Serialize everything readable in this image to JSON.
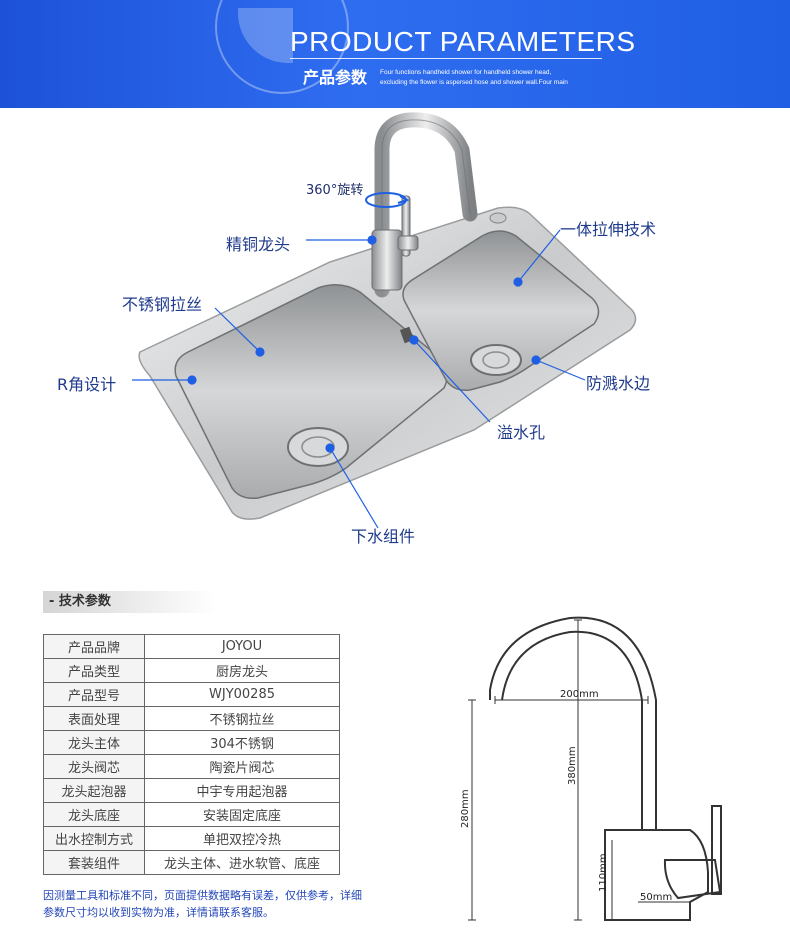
{
  "banner": {
    "title_en": "PRODUCT PARAMETERS",
    "title_cn": "产品参数",
    "subtitle": "Four functions handheld shower for handheld shower head, excluding the flower is aspersed hose and shower wall.Four main"
  },
  "callouts": {
    "rotation": "360°旋转",
    "faucet": "精铜龙头",
    "stretch": "一体拉伸技术",
    "brushed": "不锈钢拉丝",
    "r_corner": "R角设计",
    "splash": "防溅水边",
    "overflow": "溢水孔",
    "drain": "下水组件"
  },
  "specs": {
    "title": "- 技术参数",
    "rows": [
      {
        "key": "产品品牌",
        "value": "JOYOU"
      },
      {
        "key": "产品类型",
        "value": "厨房龙头"
      },
      {
        "key": "产品型号",
        "value": "WJY00285"
      },
      {
        "key": "表面处理",
        "value": "不锈钢拉丝"
      },
      {
        "key": "龙头主体",
        "value": "304不锈钢"
      },
      {
        "key": "龙头阀芯",
        "value": "陶瓷片阀芯"
      },
      {
        "key": "龙头起泡器",
        "value": "中宇专用起泡器"
      },
      {
        "key": "龙头底座",
        "value": "安装固定底座"
      },
      {
        "key": "出水控制方式",
        "value": "单把双控冷热"
      },
      {
        "key": "套装组件",
        "value": "龙头主体、进水软管、底座"
      }
    ],
    "disclaimer": "因测量工具和标准不同，页面提供数据略有误差，仅供参考，详细参数尺寸均以收到实物为准，详情请联系客服。"
  },
  "dimensions": {
    "width": "200mm",
    "height_total": "280mm",
    "height_spout": "380mm",
    "base_height": "110mm",
    "base_width": "50mm"
  },
  "colors": {
    "banner": "#2f6df0",
    "callout_text": "#1f3b8c",
    "callout_line": "#1f5fe4",
    "disclaimer_text": "#2346b8"
  }
}
